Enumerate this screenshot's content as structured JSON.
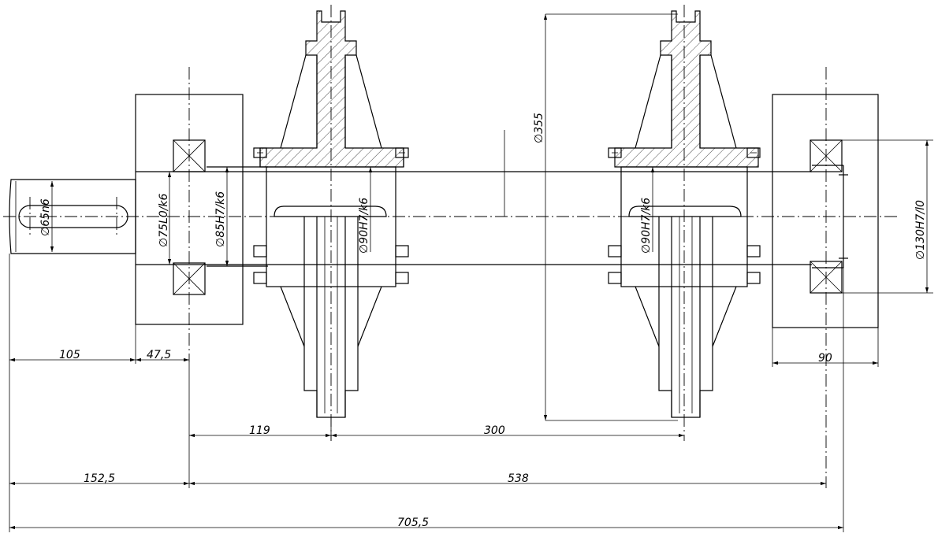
{
  "colors": {
    "line": "#000000",
    "background": "#ffffff"
  },
  "dimensions": {
    "d_shaft_end": "∅65n6",
    "d_bearing_left": "∅75L0/k6",
    "d_housing_left": "∅85H7/k6",
    "d_hub_left": "∅90H7/k6",
    "d_hub_right": "∅90H7/k6",
    "d_sprocket": "∅355",
    "d_housing_right": "∅130H7/l0",
    "len_105": "105",
    "len_47_5": "47,5",
    "len_90": "90",
    "len_119": "119",
    "len_300": "300",
    "len_152_5": "152,5",
    "len_538": "538",
    "len_705_5": "705,5"
  }
}
